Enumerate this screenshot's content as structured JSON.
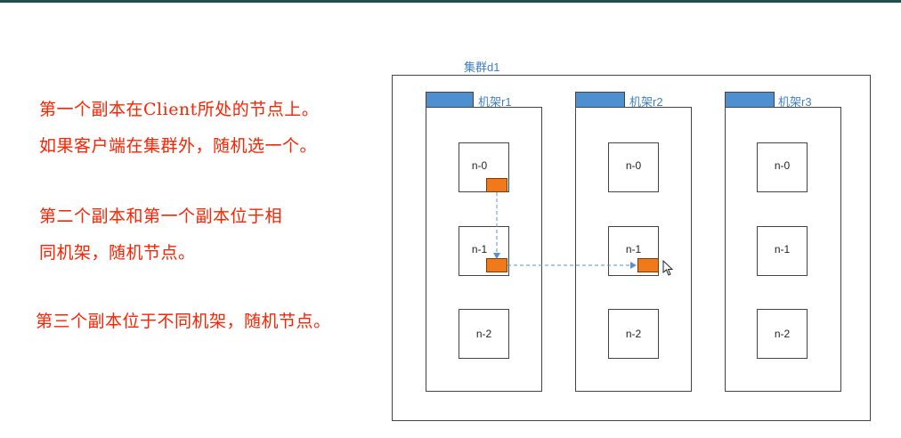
{
  "colors": {
    "rule_text": "#ff2200",
    "label_text": "#3f7fc6",
    "rack_tab": "#4e8fd0",
    "replica": "#f07a1a",
    "arrow": "#5a8fd0"
  },
  "rules": [
    "第一个副本在Client所处的节点上。",
    "如果客户端在集群外，随机选一个。",
    "第二个副本和第一个副本位于相",
    "同机架，随机节点。",
    "第三个副本位于不同机架，随机节点。"
  ],
  "cluster": {
    "label": "集群d1"
  },
  "racks": [
    {
      "label": "机架r1",
      "nodes": [
        "n-0",
        "n-1",
        "n-2"
      ]
    },
    {
      "label": "机架r2",
      "nodes": [
        "n-0",
        "n-1",
        "n-2"
      ]
    },
    {
      "label": "机架r3",
      "nodes": [
        "n-0",
        "n-1",
        "n-2"
      ]
    }
  ],
  "replicas": [
    {
      "rack": 0,
      "node": 0
    },
    {
      "rack": 0,
      "node": 1
    },
    {
      "rack": 1,
      "node": 1
    }
  ],
  "cursor_icon": "mouse-pointer-icon"
}
